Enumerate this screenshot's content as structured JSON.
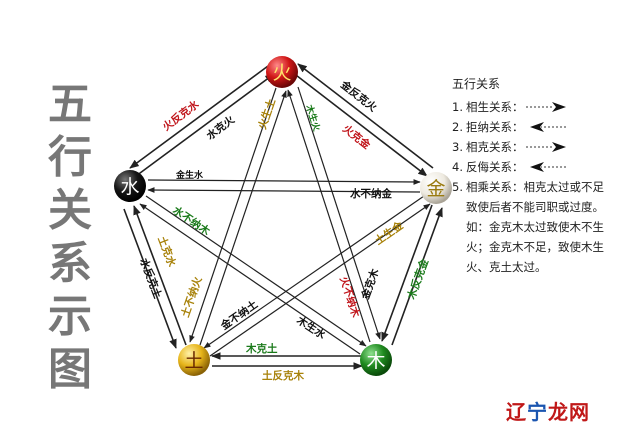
{
  "title_chars": [
    "五",
    "行",
    "关",
    "系",
    "示",
    "图"
  ],
  "nodes": {
    "fire": {
      "label": "火",
      "color": "#d01616"
    },
    "water": {
      "label": "水",
      "color": "#151515"
    },
    "metal": {
      "label": "金",
      "color": "#eeeae0"
    },
    "wood": {
      "label": "木",
      "color": "#1f8a1f"
    },
    "earth": {
      "label": "土",
      "color": "#e6b41a"
    }
  },
  "edge_labels": {
    "water_fire_outer": "火反克水",
    "water_fire_inner": "水克火",
    "fire_metal_outer": "金反克火",
    "fire_metal_inner": "火克金",
    "metal_wood_outer": "木反克金",
    "metal_wood_inner": "金克木",
    "wood_earth_inner": "木克土",
    "wood_earth_outer": "土反克木",
    "earth_water_inner": "土克水",
    "earth_water_outer": "水反克土",
    "water_metal_upper": "金生水",
    "water_metal_lower": "水不纳金",
    "fire_earth_left": "火生土",
    "fire_earth_right": "土不纳火",
    "fire_wood_left": "木生火",
    "fire_wood_right": "火不纳木",
    "metal_earth_left": "金不纳土",
    "metal_earth_right": "土生金",
    "water_wood_upper": "水不纳木",
    "water_wood_lower": "木生水"
  },
  "legend": {
    "heading": "五行关系",
    "items": [
      {
        "num": "1.",
        "text": "相生关系：",
        "arrow": "generate"
      },
      {
        "num": "2.",
        "text": "拒纳关系：",
        "arrow": "reject"
      },
      {
        "num": "3.",
        "text": "相克关系：",
        "arrow": "restrain"
      },
      {
        "num": "4.",
        "text": "反侮关系：",
        "arrow": "insult"
      },
      {
        "num": "5.",
        "text": "相乘关系：相克太过或不足致使后者不能司职或过度。",
        "arrow": ""
      }
    ],
    "example": "如：金克木太过致使木不生火；金克木不足，致使木生火、克土太过。"
  },
  "watermark": {
    "part1": "辽",
    "part2": "宁",
    "part3": "龙网"
  },
  "colors": {
    "red_label": "#c0141a",
    "black_label": "#111111",
    "green_label": "#1a7a1a",
    "olive_label": "#a8820a",
    "line": "#222222"
  }
}
